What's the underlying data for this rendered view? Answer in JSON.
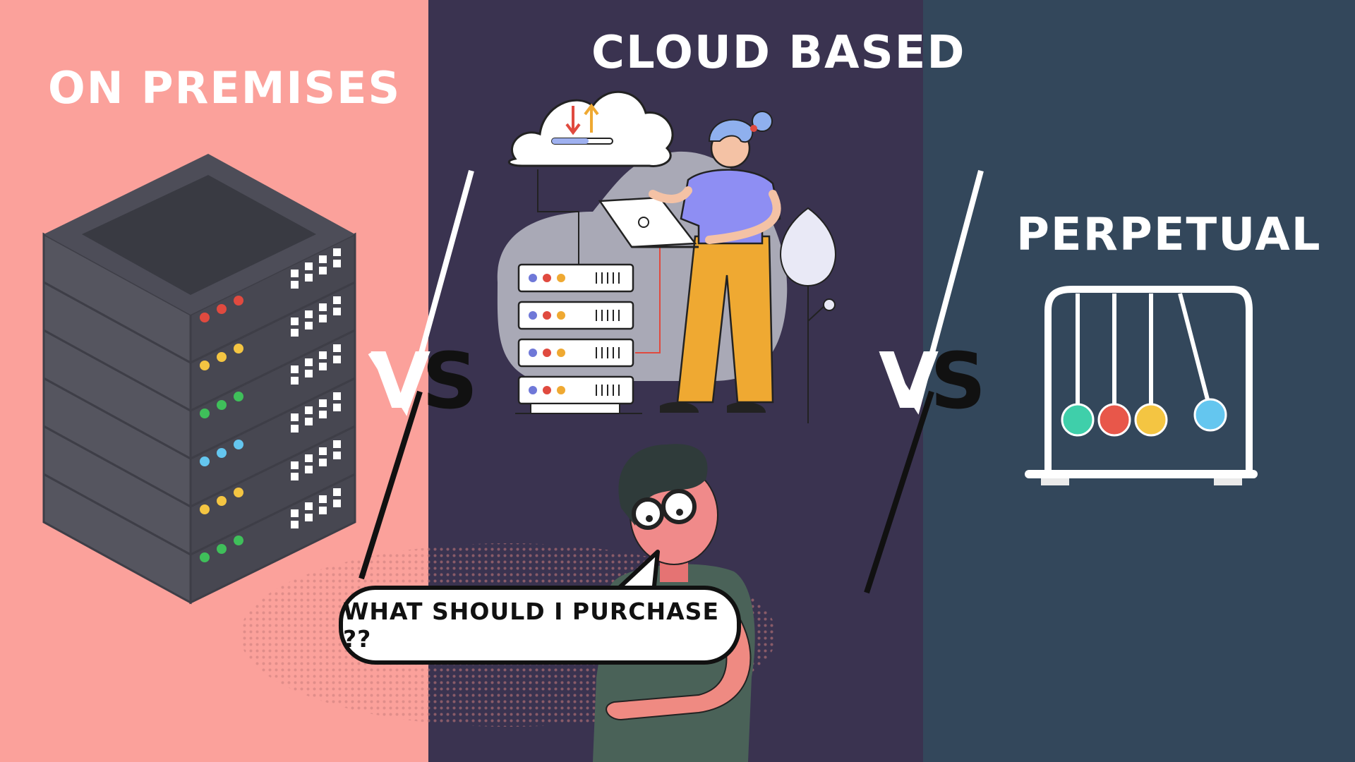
{
  "headings": {
    "on_premises": "ON PREMISES",
    "cloud_based": "CLOUD BASED",
    "perpetual": "PERPETUAL"
  },
  "vs_label": "VS",
  "speech_bubble": "WHAT SHOULD I PURCHASE ??",
  "colors": {
    "left_panel": "#fba19b",
    "middle_panel": "#3a3350",
    "right_panel": "#33475b",
    "server_body": "#55555f",
    "accent_yellow": "#efa932",
    "accent_blue": "#8e8ef3"
  },
  "icons": [
    "server-rack-icon",
    "cloud-sync-icon",
    "newtons-cradle-icon",
    "person-laptop-icon",
    "thinking-person-icon"
  ]
}
